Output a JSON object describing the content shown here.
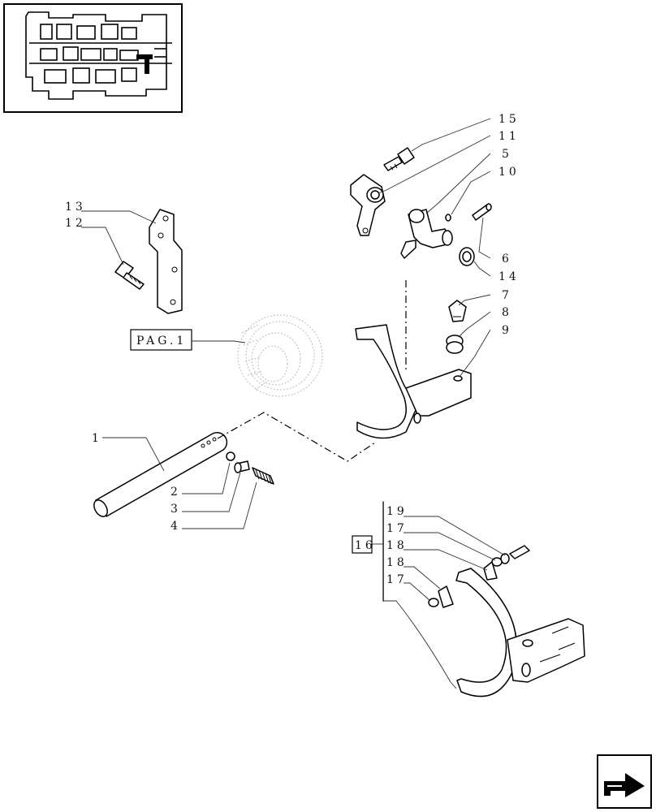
{
  "colors": {
    "ink": "#000000",
    "background": "#ffffff",
    "ghost": "#bbbbbb",
    "leader": "#333333"
  },
  "reference": {
    "page_label": "PAG.1"
  },
  "group": {
    "label": "16"
  },
  "callouts": {
    "c1": "1",
    "c2": "2",
    "c3": "3",
    "c4": "4",
    "c5": "5",
    "c6": "6",
    "c7": "7",
    "c8": "8",
    "c9": "9",
    "c10": "10",
    "c11": "11",
    "c12": "12",
    "c13": "13",
    "c14": "14",
    "c15": "15",
    "c17a": "17",
    "c18a": "18",
    "c18b": "18",
    "c17b": "17",
    "c19": "19"
  },
  "icons": {
    "navigation": "next-page-arrow-icon",
    "thumbnail": "gearbox-overview-thumbnail"
  }
}
